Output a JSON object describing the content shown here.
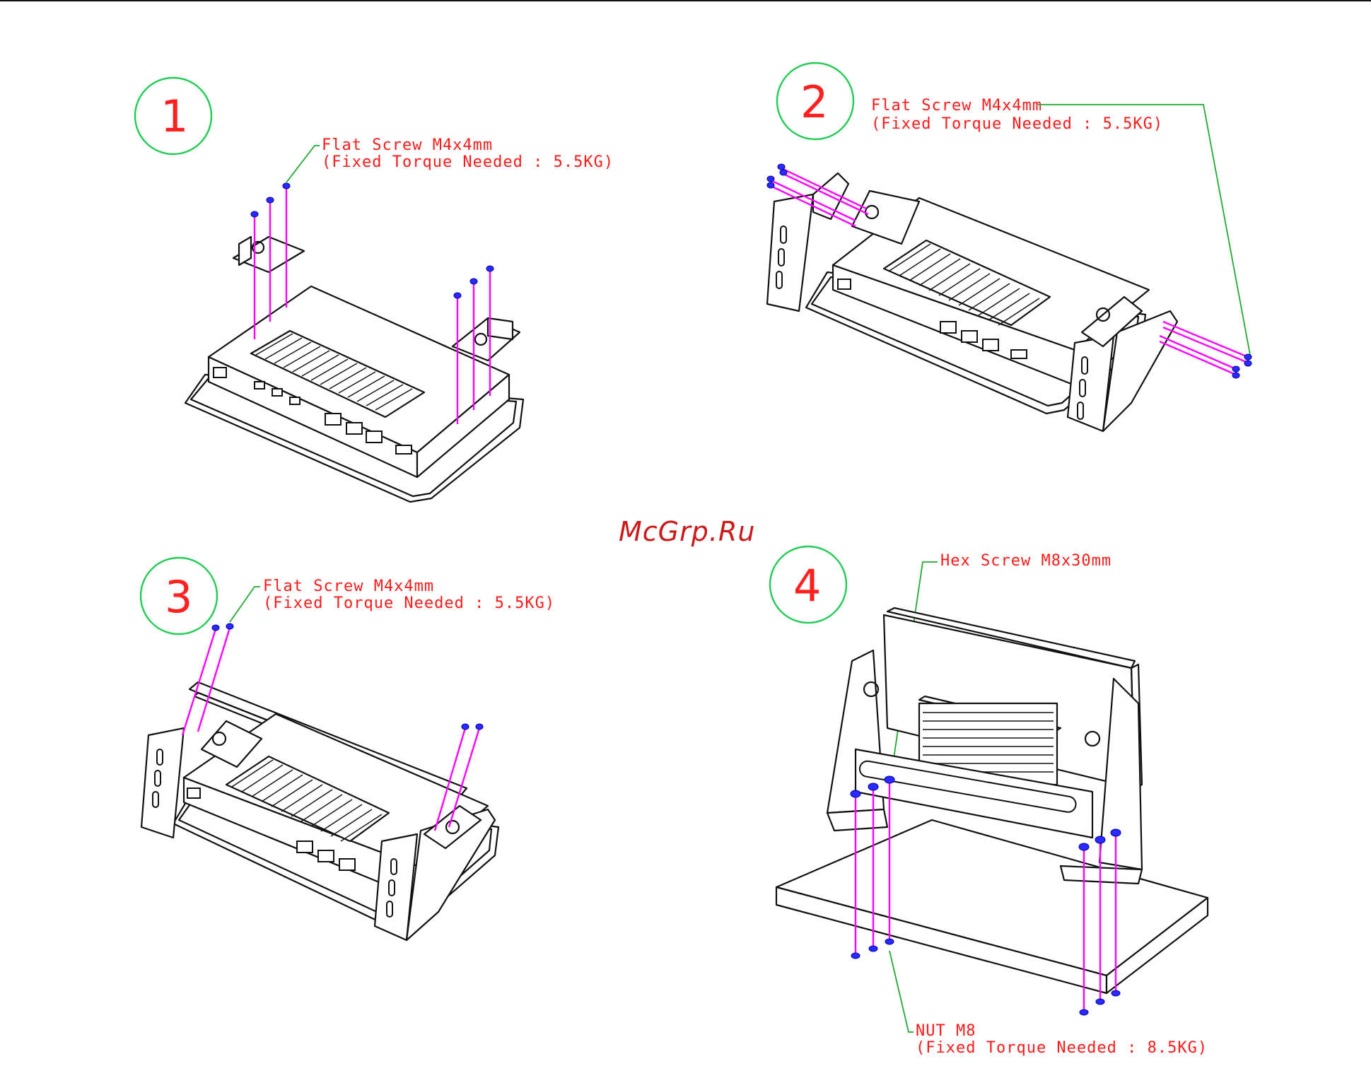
{
  "watermark": "McGrp.Ru",
  "steps": [
    {
      "number": "1",
      "callout": {
        "line1": "Flat Screw M4x4mm",
        "line2": "(Fixed Torque Needed : 5.5KG)"
      }
    },
    {
      "number": "2",
      "callout": {
        "line1": "Flat Screw M4x4mm",
        "line2": "(Fixed Torque Needed : 5.5KG)"
      }
    },
    {
      "number": "3",
      "callout": {
        "line1": "Flat Screw M4x4mm",
        "line2": "(Fixed Torque Needed : 5.5KG)"
      }
    },
    {
      "number": "4",
      "callout": {
        "line1": "Hex Screw M8x30mm"
      },
      "callout_nut": {
        "line1": "NUT M8",
        "line2": "(Fixed Torque Needed : 8.5KG)"
      }
    }
  ],
  "colors": {
    "label": "#ff1a1a",
    "step_circle": "#22cc55",
    "leader": "#22aa33",
    "screw_axis": "#ff00ff",
    "screw_head": "#2a2aff",
    "outline": "#111111"
  }
}
